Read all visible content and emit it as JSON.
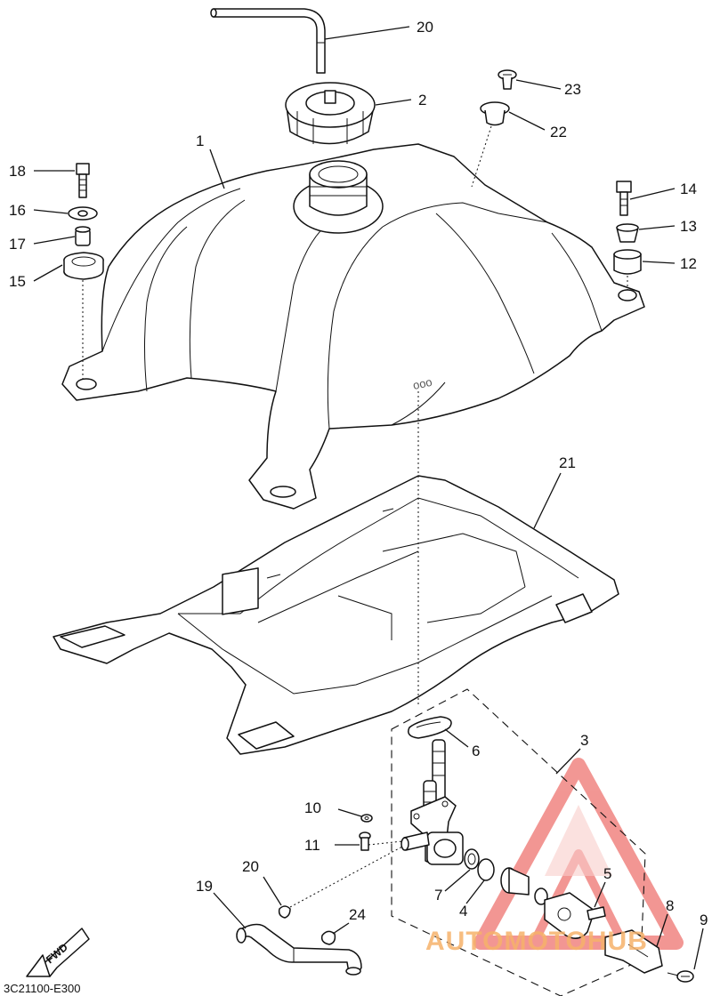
{
  "diagram": {
    "callouts": [
      {
        "id": "c1",
        "label": "1"
      },
      {
        "id": "c2",
        "label": "2"
      },
      {
        "id": "c3",
        "label": "3"
      },
      {
        "id": "c4",
        "label": "4"
      },
      {
        "id": "c5",
        "label": "5"
      },
      {
        "id": "c6",
        "label": "6"
      },
      {
        "id": "c7",
        "label": "7"
      },
      {
        "id": "c8",
        "label": "8"
      },
      {
        "id": "c9",
        "label": "9"
      },
      {
        "id": "c10",
        "label": "10"
      },
      {
        "id": "c11",
        "label": "11"
      },
      {
        "id": "c12",
        "label": "12"
      },
      {
        "id": "c13",
        "label": "13"
      },
      {
        "id": "c14",
        "label": "14"
      },
      {
        "id": "c15",
        "label": "15"
      },
      {
        "id": "c16",
        "label": "16"
      },
      {
        "id": "c17",
        "label": "17"
      },
      {
        "id": "c18",
        "label": "18"
      },
      {
        "id": "c19",
        "label": "19"
      },
      {
        "id": "c20a",
        "label": "20"
      },
      {
        "id": "c20b",
        "label": "20"
      },
      {
        "id": "c21",
        "label": "21"
      },
      {
        "id": "c22",
        "label": "22"
      },
      {
        "id": "c23",
        "label": "23"
      },
      {
        "id": "c24",
        "label": "24"
      }
    ],
    "diagram_code": "3C21100-E300",
    "fwd_label": "FWD",
    "watermark": {
      "text": "AUTOMOTOHUB",
      "colors": [
        "#e8423c",
        "#f6b26b"
      ]
    }
  }
}
